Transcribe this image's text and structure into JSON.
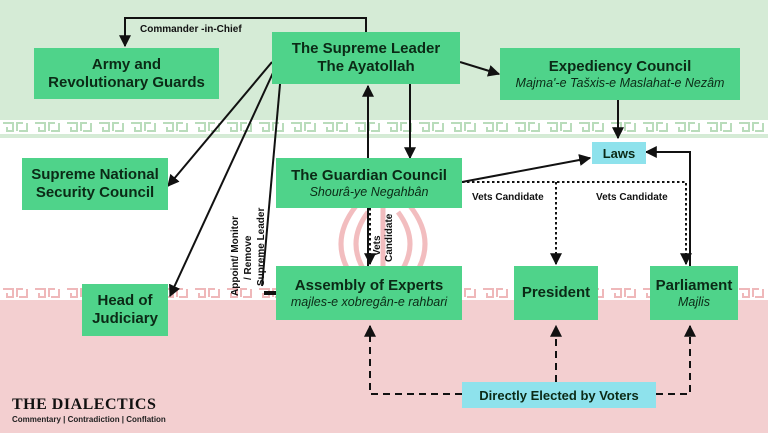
{
  "nodes": {
    "supreme_leader": {
      "line1": "The Supreme Leader",
      "line2": "The Ayatollah"
    },
    "army": {
      "line1": "Army and",
      "line2": "Revolutionary Guards"
    },
    "expediency": {
      "title": "Expediency Council",
      "subtitle": "Majma'-e Tašxis-e Maslahat-e Nezâm"
    },
    "snsc": {
      "line1": "Supreme National",
      "line2": "Security Council"
    },
    "guardian": {
      "title": "The Guardian Council",
      "subtitle": "Shourâ-ye Negahbân"
    },
    "judiciary": {
      "line1": "Head of",
      "line2": "Judiciary"
    },
    "assembly": {
      "title": "Assembly of Experts",
      "subtitle": "majles-e xobregân-e rahbari"
    },
    "president": {
      "title": "President"
    },
    "parliament": {
      "title": "Parliament",
      "subtitle": "Majlis"
    },
    "laws": {
      "title": "Laws"
    },
    "voters": {
      "title": "Directly Elected by Voters"
    }
  },
  "labels": {
    "commander": "Commander -in-Chief",
    "vets_president": "Vets Candidate",
    "vets_parliament": "Vets Candidate",
    "vets_assembly_1": "Vets",
    "vets_assembly_2": "Candidate",
    "appoint_1": "Appoint/ Monitor",
    "appoint_2": "/ Remove",
    "appoint_3": "Supreme Leader"
  },
  "brand": {
    "name": "THE DIALECTICS",
    "tagline": "Commentary | Contradiction | Conflation"
  },
  "colors": {
    "node_green": "#4fd38a",
    "node_cyan": "#8ee2ec",
    "band_green": "#d5ebd6",
    "band_pink": "#f3cfd0",
    "emblem_red": "#e9888c"
  }
}
